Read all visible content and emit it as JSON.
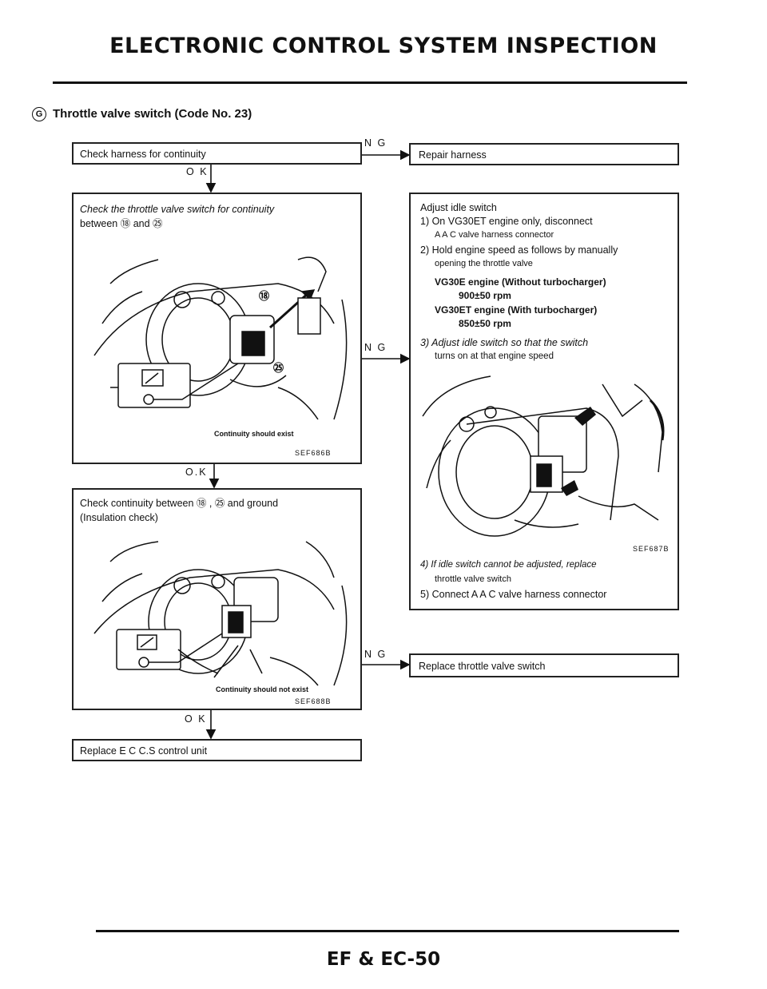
{
  "header": {
    "title": "ELECTRONIC CONTROL SYSTEM INSPECTION"
  },
  "section": {
    "marker": "G",
    "title": "Throttle valve switch (Code No. 23)"
  },
  "flow": {
    "step1": {
      "text": "Check harness for continuity"
    },
    "step1_ng": {
      "label": "N G",
      "action": "Repair harness"
    },
    "step1_ok": "O K",
    "step2": {
      "line1": "Check the throttle valve switch for continuity",
      "line2": "between ⑱ and ㉕",
      "caption": "Continuity should exist",
      "figure": "SEF686B",
      "callout_a": "⑱",
      "callout_b": "㉕"
    },
    "step2_ng": "N G",
    "step2_ok": "O.K",
    "adjust": {
      "heading": "Adjust idle switch",
      "s1a": "1) On VG30ET engine only, disconnect",
      "s1b": "A A C  valve harness connector",
      "s2a": "2) Hold engine speed as follows by manually",
      "s2b": "opening the throttle valve",
      "spec1": "VG30E engine (Without turbocharger)",
      "spec1_val": "900±50 rpm",
      "spec2": "VG30ET engine (With turbocharger)",
      "spec2_val": "850±50 rpm",
      "s3a": "3) Adjust idle switch so that the switch",
      "s3b": "turns on at that engine speed",
      "figure": "SEF687B",
      "s4a": "4) If idle switch cannot be adjusted, replace",
      "s4b": "throttle valve switch",
      "s5": "5) Connect A A C  valve harness connector"
    },
    "step3": {
      "line1": "Check continuity between ⑱ , ㉕ and ground",
      "line2": "(Insulation check)",
      "caption": "Continuity should not exist",
      "figure": "SEF688B"
    },
    "step3_ng": {
      "label": "N G",
      "action": "Replace throttle valve switch"
    },
    "step3_ok": "O K",
    "final": {
      "text": "Replace E C C.S  control unit"
    }
  },
  "footer": {
    "page": "EF & EC-50"
  },
  "colors": {
    "ink": "#111111",
    "paper": "#ffffff"
  }
}
